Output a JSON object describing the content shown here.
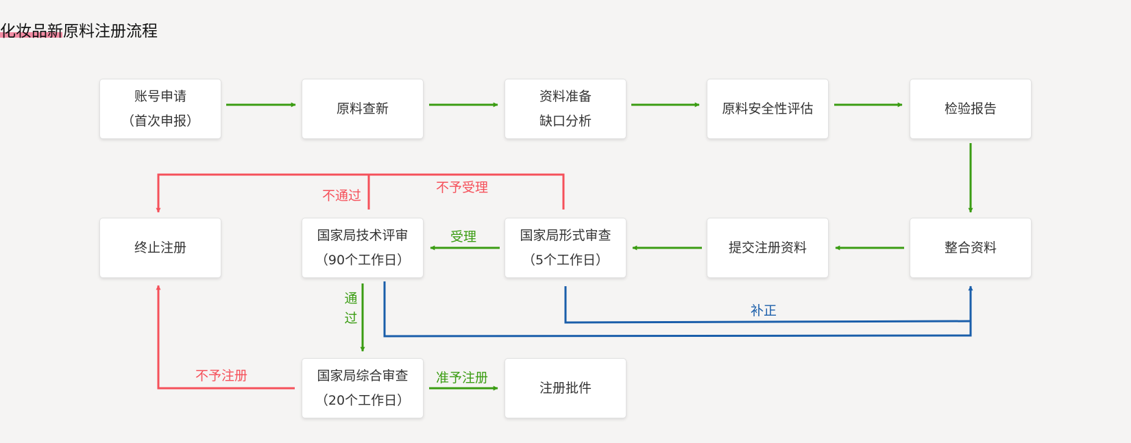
{
  "title": "化妆品新原料注册流程",
  "colors": {
    "background": "#f5f4f3",
    "green_flow": "#3a9c12",
    "red_flow": "#f5505a",
    "blue_flow": "#1a5eaa",
    "title_highlight": "#f26a8a"
  },
  "nodes": {
    "account_apply": {
      "line1": "账号申请",
      "line2": "（首次申报）"
    },
    "material_search": {
      "line1": "原料查新"
    },
    "data_prep": {
      "line1": "资料准备",
      "line2": "缺口分析"
    },
    "safety_eval": {
      "line1": "原料安全性评估"
    },
    "inspection_report": {
      "line1": "检验报告"
    },
    "terminate": {
      "line1": "终止注册"
    },
    "tech_review": {
      "line1": "国家局技术评审",
      "line2": "（90个工作日）"
    },
    "formal_review": {
      "line1": "国家局形式审查",
      "line2": "（5个工作日）"
    },
    "submit_materials": {
      "line1": "提交注册资料"
    },
    "organize_materials": {
      "line1": "整合资料"
    },
    "comprehensive_review": {
      "line1": "国家局综合审查",
      "line2": "（20个工作日）"
    },
    "approval": {
      "line1": "注册批件"
    }
  },
  "edge_labels": {
    "not_passed": "不通过",
    "not_accepted": "不予受理",
    "accepted": "受理",
    "passed": "通过",
    "supplement": "补正",
    "not_registered": "不予注册",
    "registered": "准予注册"
  }
}
